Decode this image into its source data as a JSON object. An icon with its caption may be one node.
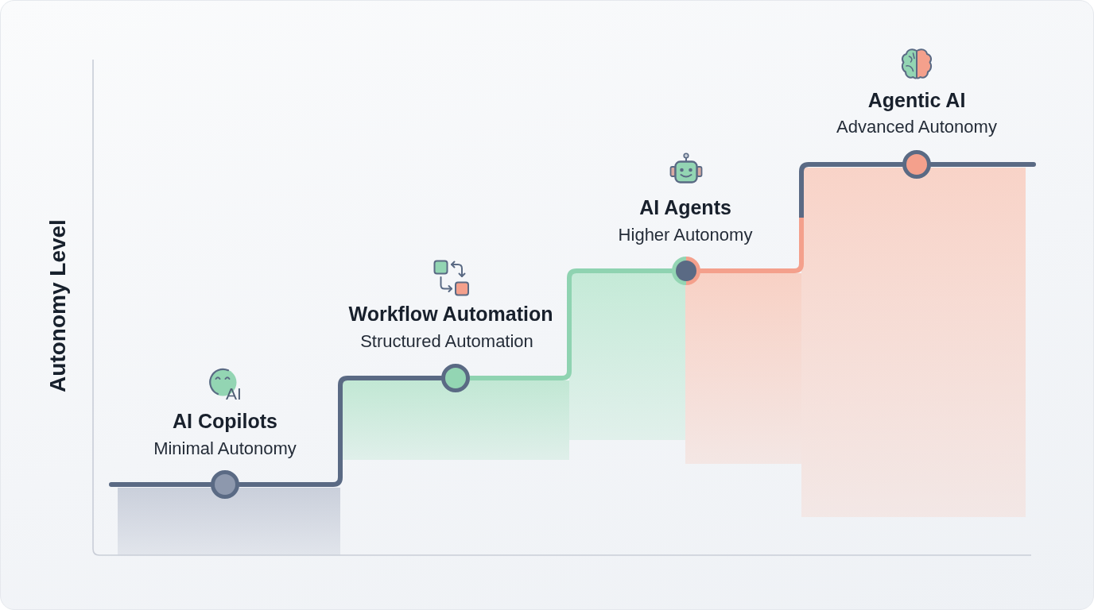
{
  "diagram": {
    "nodes": [
      {
        "text": [],
        "shape": "circle",
        "beside": [
          "AI Copilots",
          "Minimal Autonomy"
        ]
      },
      {
        "text": [],
        "shape": "circle",
        "beside": [
          "Workflow Automation",
          "Structured Automation"
        ]
      },
      {
        "text": [],
        "shape": "circle",
        "beside": [
          "AI Agents",
          "Higher Autonomy"
        ]
      },
      {
        "text": [],
        "shape": "circle",
        "beside": [
          "Agentic AI",
          "Advanced Autonomy"
        ]
      }
    ],
    "edges": [
      {
        "from": null,
        "to": 0,
        "arrow": "none"
      },
      {
        "from": 0,
        "to": 1,
        "arrow": "none"
      },
      {
        "from": 1,
        "to": 2,
        "arrow": "none",
        "color": "#8fd3b1"
      },
      {
        "from": 2,
        "to": 3,
        "arrow": "none",
        "color": "#f4a08c"
      },
      {
        "from": 3,
        "to": null,
        "arrow": "none"
      }
    ],
    "labels": [
      "Autonomy Level",
      "AI"
    ]
  }
}
